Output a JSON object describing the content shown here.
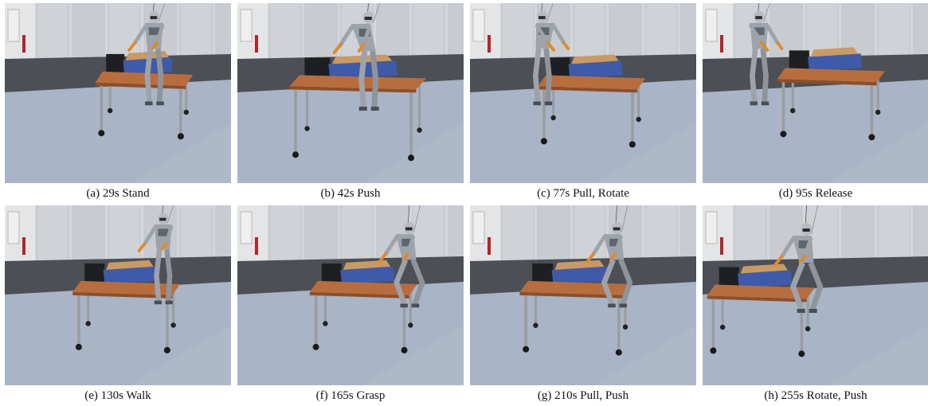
{
  "figure": {
    "panels": [
      {
        "caption": "(a) 29s Stand",
        "scene": {
          "table_x": 0.4,
          "table_w": 0.4,
          "table_y": 0.38,
          "robot_x": 0.66,
          "robot_pose": "stand",
          "robot_scale": 0.95
        }
      },
      {
        "caption": "(b) 42s Push",
        "scene": {
          "table_x": 0.23,
          "table_w": 0.56,
          "table_y": 0.4,
          "robot_x": 0.58,
          "robot_pose": "lean",
          "robot_scale": 1.0
        }
      },
      {
        "caption": "(c) 77s Pull, Rotate",
        "scene": {
          "table_x": 0.3,
          "table_w": 0.44,
          "table_y": 0.4,
          "robot_x": 0.32,
          "robot_pose": "pull",
          "robot_scale": 0.95
        }
      },
      {
        "caption": "(d) 95s Release",
        "scene": {
          "table_x": 0.33,
          "table_w": 0.44,
          "table_y": 0.36,
          "robot_x": 0.25,
          "robot_pose": "walk",
          "robot_scale": 0.95
        }
      },
      {
        "caption": "(e) 130s Walk",
        "scene": {
          "table_x": 0.3,
          "table_w": 0.44,
          "table_y": 0.42,
          "robot_x": 0.7,
          "robot_pose": "stand",
          "robot_scale": 0.92
        }
      },
      {
        "caption": "(f) 165s Grasp",
        "scene": {
          "table_x": 0.32,
          "table_w": 0.44,
          "table_y": 0.42,
          "robot_x": 0.76,
          "robot_pose": "crouch",
          "robot_scale": 0.95
        }
      },
      {
        "caption": "(g) 210s Pull, Push",
        "scene": {
          "table_x": 0.22,
          "table_w": 0.46,
          "table_y": 0.42,
          "robot_x": 0.65,
          "robot_pose": "crouch",
          "robot_scale": 0.95
        }
      },
      {
        "caption": "(h) 255s Rotate, Push",
        "scene": {
          "table_x": 0.02,
          "table_w": 0.44,
          "table_y": 0.44,
          "robot_x": 0.46,
          "robot_pose": "crouch",
          "robot_scale": 1.0
        }
      }
    ]
  }
}
